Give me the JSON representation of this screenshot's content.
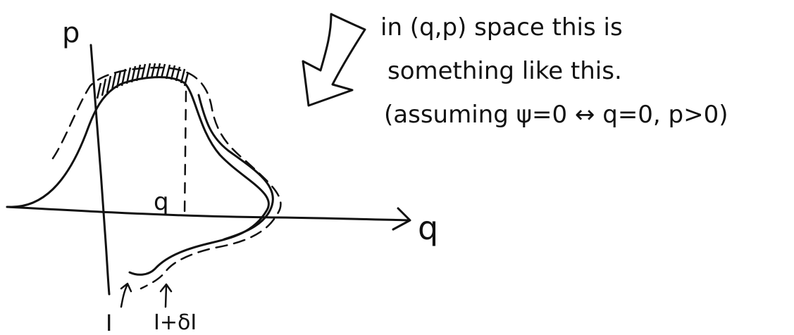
{
  "axes": {
    "p_label": "p",
    "q_label": "q",
    "q_point_label": "q"
  },
  "annotation": {
    "lines": [
      "in (q,p) space this is",
      "something like this.",
      "(assuming ψ=0 ↔ q=0, p>0)"
    ]
  },
  "curve_labels": {
    "inner": "I",
    "outer": "I+δI"
  }
}
